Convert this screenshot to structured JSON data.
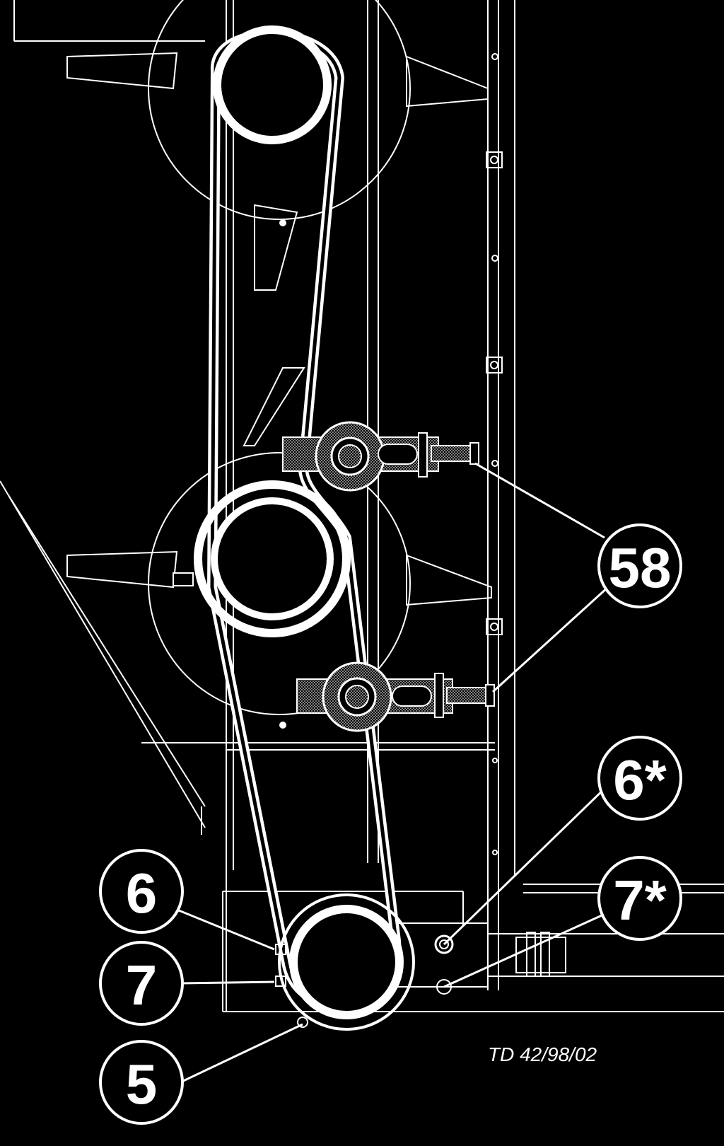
{
  "colors": {
    "background": "#000000",
    "line": "#ffffff",
    "hatch": "#bbbbbb"
  },
  "callouts": {
    "c58": "58",
    "c6star": "6*",
    "c7star": "7*",
    "c6": "6",
    "c7": "7",
    "c5": "5"
  },
  "reference": "TD 42/98/02"
}
